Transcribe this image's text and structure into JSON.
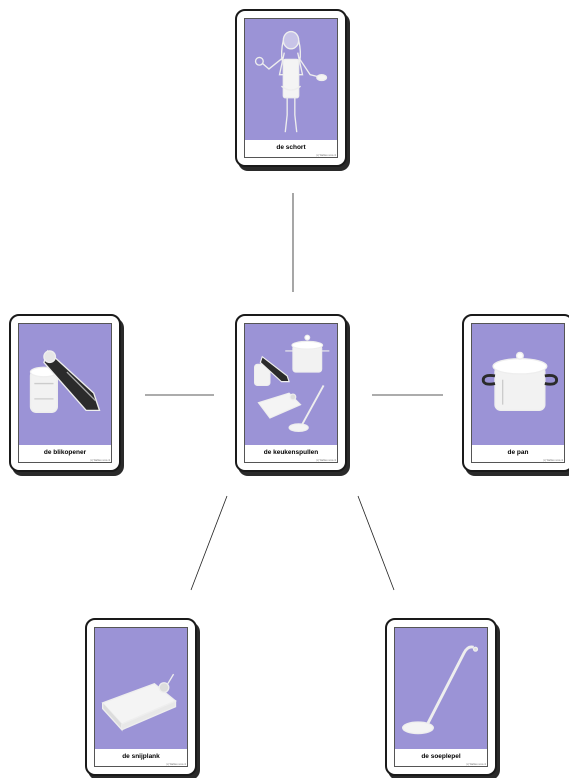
{
  "center": {
    "label": "de keukenspullen",
    "credit": "(c) Wablan.noos.nl"
  },
  "cards": {
    "schort": {
      "label": "de schort",
      "credit": "(c) Wablan.noos.nl"
    },
    "blikopener": {
      "label": "de blikopener",
      "credit": "(c) Wablan.noos.nl"
    },
    "pan": {
      "label": "de pan",
      "credit": "(c) Wablan.noos.nl"
    },
    "snijplank": {
      "label": "de snijplank",
      "credit": "(c) Wablan.noos.nl"
    },
    "soeplepel": {
      "label": "de soeplepel",
      "credit": "(c) Wablan.noos.nl"
    }
  },
  "colors": {
    "card_bg": "#9b93d6",
    "border": "#1a1a1a"
  },
  "icons": [
    "girl-apron-icon",
    "can-opener-icon",
    "pan-icon",
    "cutting-board-icon",
    "ladle-icon",
    "kitchen-utensils-icon"
  ]
}
